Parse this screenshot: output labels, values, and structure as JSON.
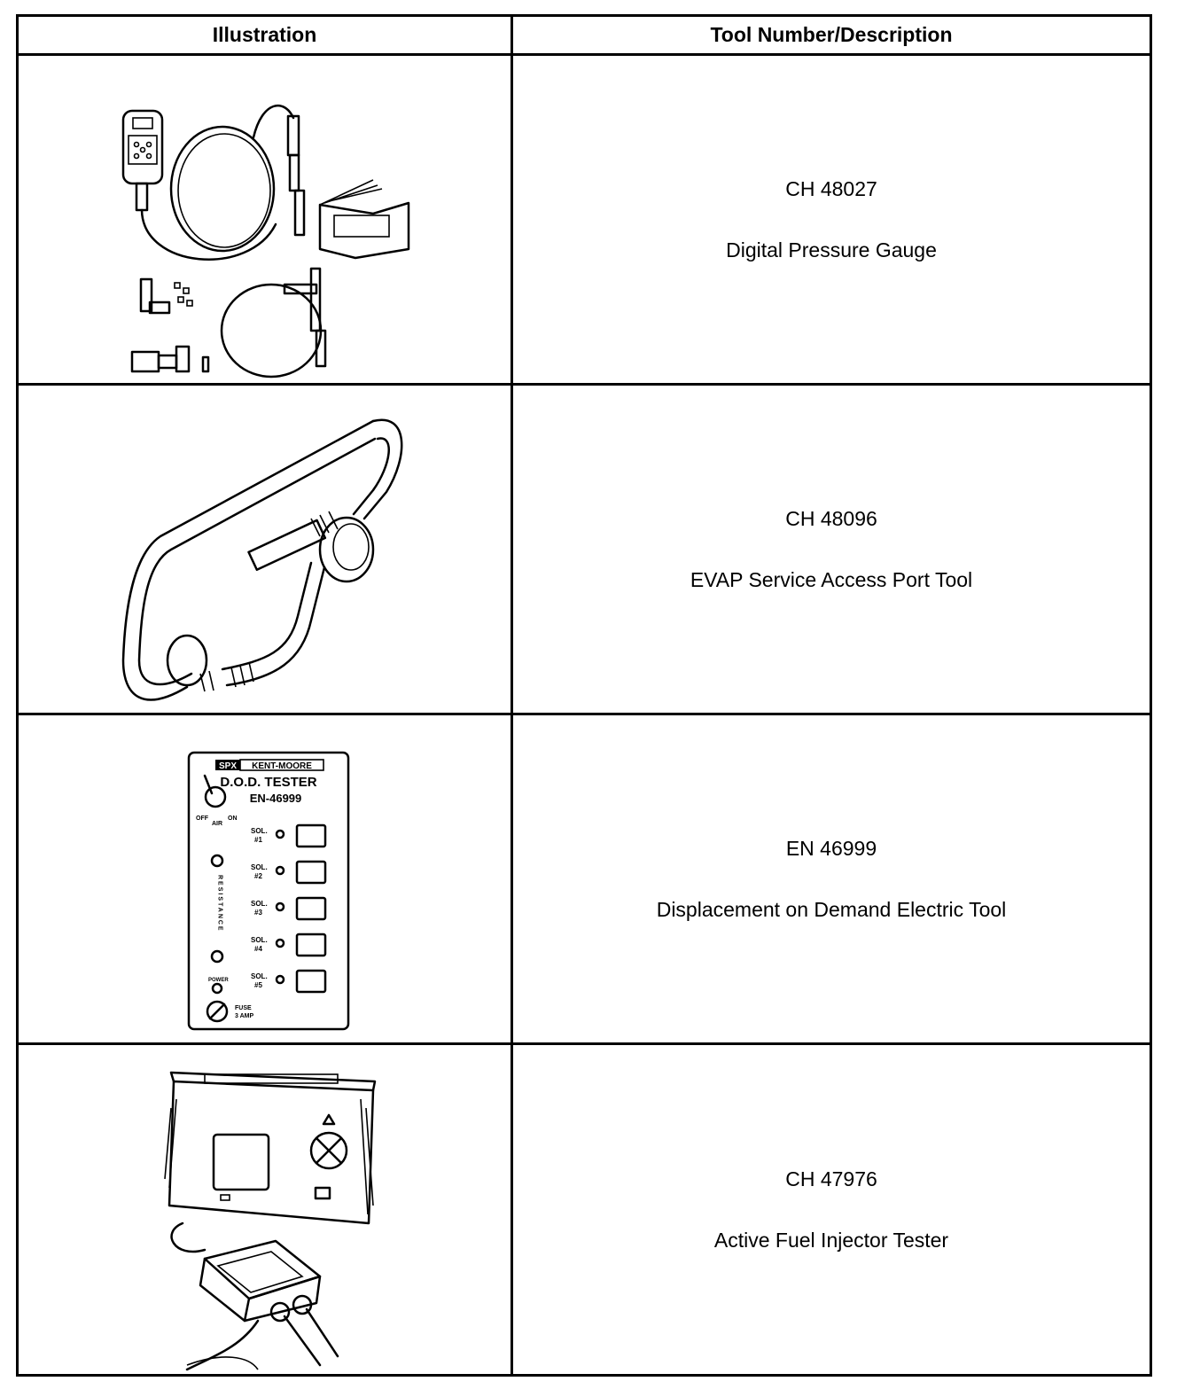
{
  "table": {
    "headers": {
      "illustration": "Illustration",
      "description": "Tool Number/Description"
    },
    "rows": [
      {
        "tool_number": "CH 48027",
        "description": "Digital Pressure Gauge",
        "icon": "digital-pressure-gauge-illustration"
      },
      {
        "tool_number": "CH 48096",
        "description": "EVAP Service Access Port Tool",
        "icon": "evap-service-port-tool-illustration"
      },
      {
        "tool_number": "EN 46999",
        "description": "Displacement on Demand Electric Tool",
        "icon": "dod-tester-illustration",
        "panel": {
          "brand_left": "SPX",
          "brand_right": "KENT-MOORE",
          "title": "D.O.D. TESTER",
          "model": "EN-46999",
          "switch_off": "OFF",
          "switch_on": "ON",
          "switch_air": "AIR",
          "resistance": "RESISTANCE",
          "power": "POWER",
          "fuse": "FUSE",
          "fuse_rating": "3 AMP",
          "solenoids": [
            {
              "label": "SOL.",
              "num": "#1"
            },
            {
              "label": "SOL.",
              "num": "#2"
            },
            {
              "label": "SOL.",
              "num": "#3"
            },
            {
              "label": "SOL.",
              "num": "#4"
            },
            {
              "label": "SOL.",
              "num": "#5"
            }
          ]
        }
      },
      {
        "tool_number": "CH 47976",
        "description": "Active Fuel Injector Tester",
        "icon": "fuel-injector-tester-illustration"
      }
    ]
  }
}
